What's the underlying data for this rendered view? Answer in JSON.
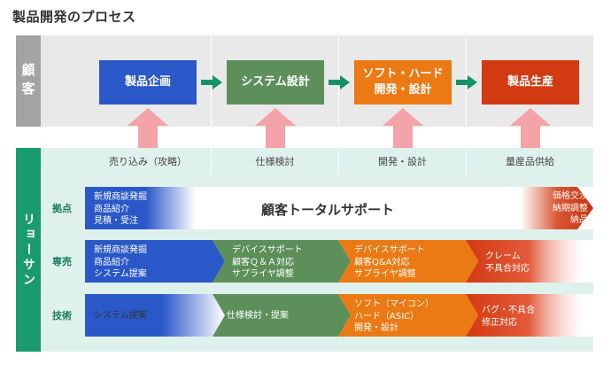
{
  "title": "製品開発のプロセス",
  "customer": {
    "label": "顧客",
    "steps": [
      {
        "label": "製品企画",
        "color": "#2a58c8"
      },
      {
        "label": "システム設計",
        "color": "#5c8f59"
      },
      {
        "label": "ソフト・ハード\n開発・設計",
        "color": "#ec7a14"
      },
      {
        "label": "製品生産",
        "color": "#d23a12"
      }
    ]
  },
  "licensee": {
    "label": "リョーサン",
    "phases": [
      "売り込み（攻略）",
      "仕様検討",
      "開発・設計",
      "量産品供給"
    ],
    "rows": [
      {
        "label": "拠点",
        "left_text": "新規商談発掘\n商品紹介\n見積・受注",
        "center_text": "顧客トータルサポート",
        "right_text": "価格交渉\n納期調整\n納品"
      },
      {
        "label": "専売",
        "segments": [
          {
            "text": "新規商談発掘\n商品紹介\nシステム提案"
          },
          {
            "text": "デバイスサポート\n顧客Ｑ＆Ａ対応\nサプライヤ調整"
          },
          {
            "text": "デバイスサポート\n顧客Q&A対応\nサプライヤ調整"
          },
          {
            "text": "クレーム\n不具合対応"
          }
        ]
      },
      {
        "label": "技術",
        "segments": [
          {
            "text": "システム提案"
          },
          {
            "text": "仕様検討・提案"
          },
          {
            "text": "ソフト（マイコン）\nハード（ASIC）\n開発・設計"
          },
          {
            "text": "バグ・不具合\n修正対応"
          }
        ]
      }
    ]
  },
  "colors": {
    "blue": "#2a58c8",
    "green": "#5c8f59",
    "orange": "#ec7a14",
    "red": "#d23a12",
    "pink": "#f4a3a8",
    "arrow_green": "#139268",
    "teal_label": "#1a9b6e"
  }
}
